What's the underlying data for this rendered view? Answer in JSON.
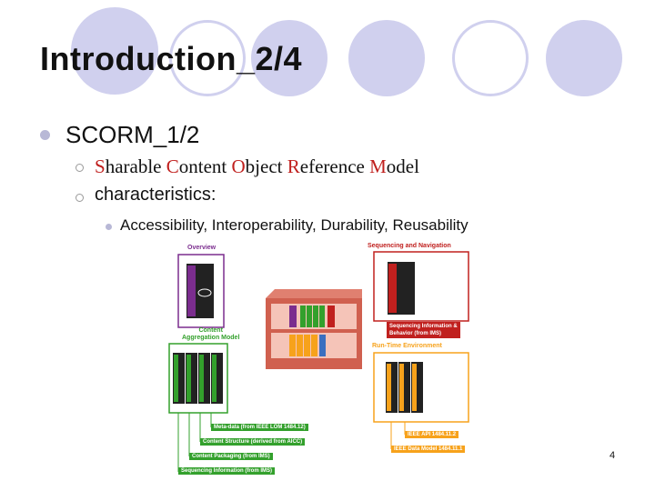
{
  "slide": {
    "title": "Introduction_2/4",
    "page_number": "4"
  },
  "bullets": {
    "level1": "SCORM_1/2",
    "level2_a": {
      "parts": [
        "S",
        "harable ",
        "C",
        "ontent ",
        "O",
        "bject ",
        "R",
        "eference ",
        "M",
        "odel"
      ]
    },
    "level2_b": "characteristics:",
    "level3": "Accessibility, Interoperability, Durability, Reusability"
  },
  "diagram": {
    "overview": "Overview",
    "content_aggregation": "Content\nAggregation Model",
    "sequencing_navigation": "Sequencing and Navigation",
    "sequencing_info": "Sequencing Information &\nBehavior (from IMS)",
    "runtime_env": "Run-Time Environment",
    "metadata": "Meta-data (from IEEE LOM 1484.12)",
    "content_structure": "Content Structure (derived from AICC)",
    "content_packaging": "Content Packaging (from IMS)",
    "sequencing_information": "Sequencing Information (from IMS)",
    "ieee_api": "IEEE API 1484.11.2",
    "ieee_data_model": "IEEE Data Model 1484.11.1"
  },
  "colors": {
    "circle": "#d0d0ee",
    "accent_red": "#c0201e",
    "green": "#33a02c",
    "orange": "#f7a21b",
    "purple": "#7b2d8e"
  }
}
